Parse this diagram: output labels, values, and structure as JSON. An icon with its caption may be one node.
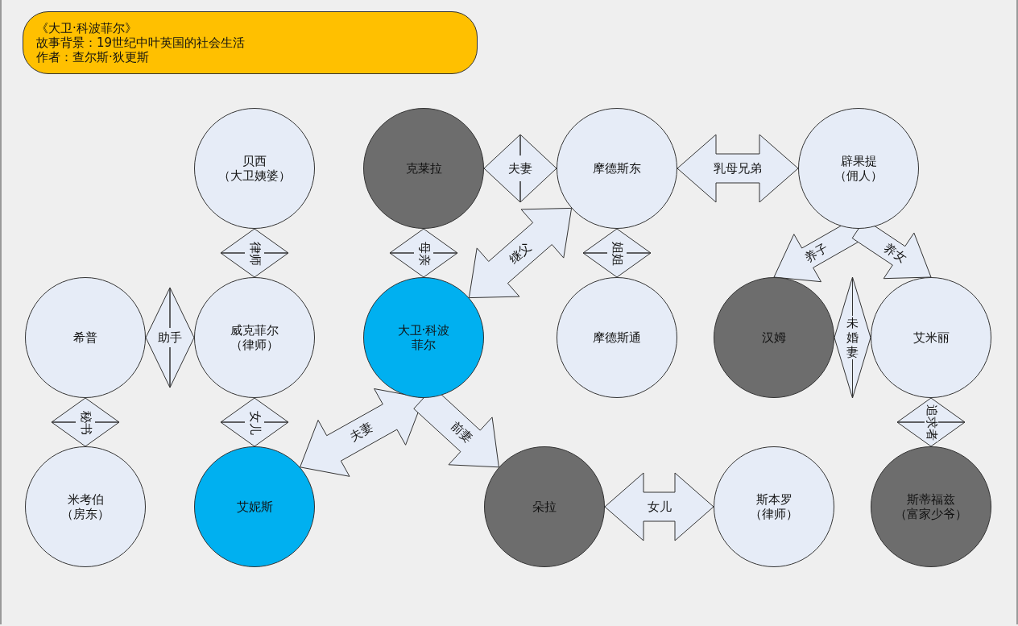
{
  "diagram": {
    "nodes": [
      {
        "text": [
          "《大卫·科波菲尔》",
          "故事背景：19世纪中叶英国的社会生活",
          "作者：查尔斯·狄更斯"
        ]
      },
      {
        "text": [
          "贝西（大卫姨婆）"
        ]
      },
      {
        "text": [
          "克莱拉"
        ]
      },
      {
        "text": [
          "摩德斯东"
        ]
      },
      {
        "text": [
          "辟果提（佣人）"
        ]
      },
      {
        "text": [
          "希普"
        ]
      },
      {
        "text": [
          "威克菲尔（律师）"
        ]
      },
      {
        "text": [
          "大卫·科波菲尔"
        ]
      },
      {
        "text": [
          "摩德斯通"
        ]
      },
      {
        "text": [
          "汉姆"
        ]
      },
      {
        "text": [
          "艾米丽"
        ]
      },
      {
        "text": [
          "米考伯（房东）"
        ]
      },
      {
        "text": [
          "艾妮斯"
        ]
      },
      {
        "text": [
          "朵拉"
        ]
      },
      {
        "text": [
          "斯本罗（律师）"
        ]
      },
      {
        "text": [
          "斯蒂福兹（富家少爷）"
        ]
      }
    ],
    "edges": [
      {
        "from": 2,
        "to": 3,
        "arrow": "both",
        "label": "夫妻"
      },
      {
        "from": 3,
        "to": 4,
        "arrow": "both",
        "label": "乳母兄弟"
      },
      {
        "from": 1,
        "to": 6,
        "arrow": "both",
        "label": "律师"
      },
      {
        "from": 2,
        "to": 7,
        "arrow": "both",
        "label": "母亲"
      },
      {
        "from": 3,
        "to": 8,
        "arrow": "both",
        "label": "姐姐"
      },
      {
        "from": 3,
        "to": 7,
        "arrow": "both",
        "label": "继父"
      },
      {
        "from": 5,
        "to": 6,
        "arrow": "both",
        "label": "助手"
      },
      {
        "from": 9,
        "to": 10,
        "arrow": "both",
        "label": "未婚妻"
      },
      {
        "from": 5,
        "to": 11,
        "arrow": "both",
        "label": "秘书"
      },
      {
        "from": 6,
        "to": 12,
        "arrow": "both",
        "label": "女儿"
      },
      {
        "from": 7,
        "to": 12,
        "arrow": "both",
        "label": "夫妻"
      },
      {
        "from": 7,
        "to": 13,
        "arrow": "to",
        "label": "前妻"
      },
      {
        "from": 13,
        "to": 14,
        "arrow": "both",
        "label": "女儿"
      },
      {
        "from": 10,
        "to": 15,
        "arrow": "both",
        "label": "追求者"
      },
      {
        "from": 4,
        "to": 9,
        "arrow": "to",
        "label": "养子"
      },
      {
        "from": 4,
        "to": 10,
        "arrow": "to",
        "label": "养女"
      }
    ]
  }
}
